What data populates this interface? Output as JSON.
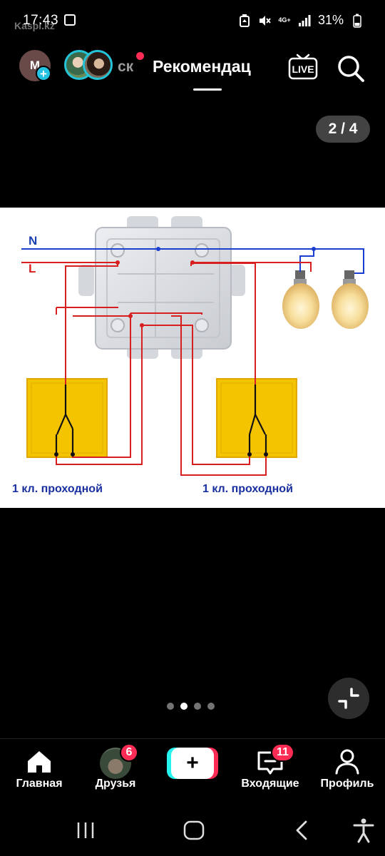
{
  "status_bar": {
    "time": "17:43",
    "watermark": "Kaspi.kz",
    "battery": "31%",
    "network": "4G+",
    "icons": [
      "gallery-icon",
      "battery-saver-icon",
      "mute-icon",
      "signal-icon",
      "battery-icon"
    ]
  },
  "top_nav": {
    "avatar_initial": "M",
    "avatar_plus": "+",
    "partial_tab": "ск",
    "active_tab": "Рекомендац",
    "live_label": "LIVE"
  },
  "page_counter": "2 / 4",
  "diagram": {
    "label_n": "N",
    "label_l": "L",
    "caption_left": "1 кл. проходной",
    "caption_right": "1 кл. проходной",
    "colors": {
      "neutral_wire": "#1a3fd0",
      "live_wire": "#d81f1f",
      "switch_plate": "#f5c400",
      "junction_box": "#d9dbdf"
    }
  },
  "carousel": {
    "count": 4,
    "active": 1
  },
  "bottom_nav": {
    "home": "Главная",
    "friends": "Друзья",
    "friends_badge": "6",
    "create": "+",
    "inbox": "Входящие",
    "inbox_badge": "11",
    "profile": "Профиль"
  }
}
